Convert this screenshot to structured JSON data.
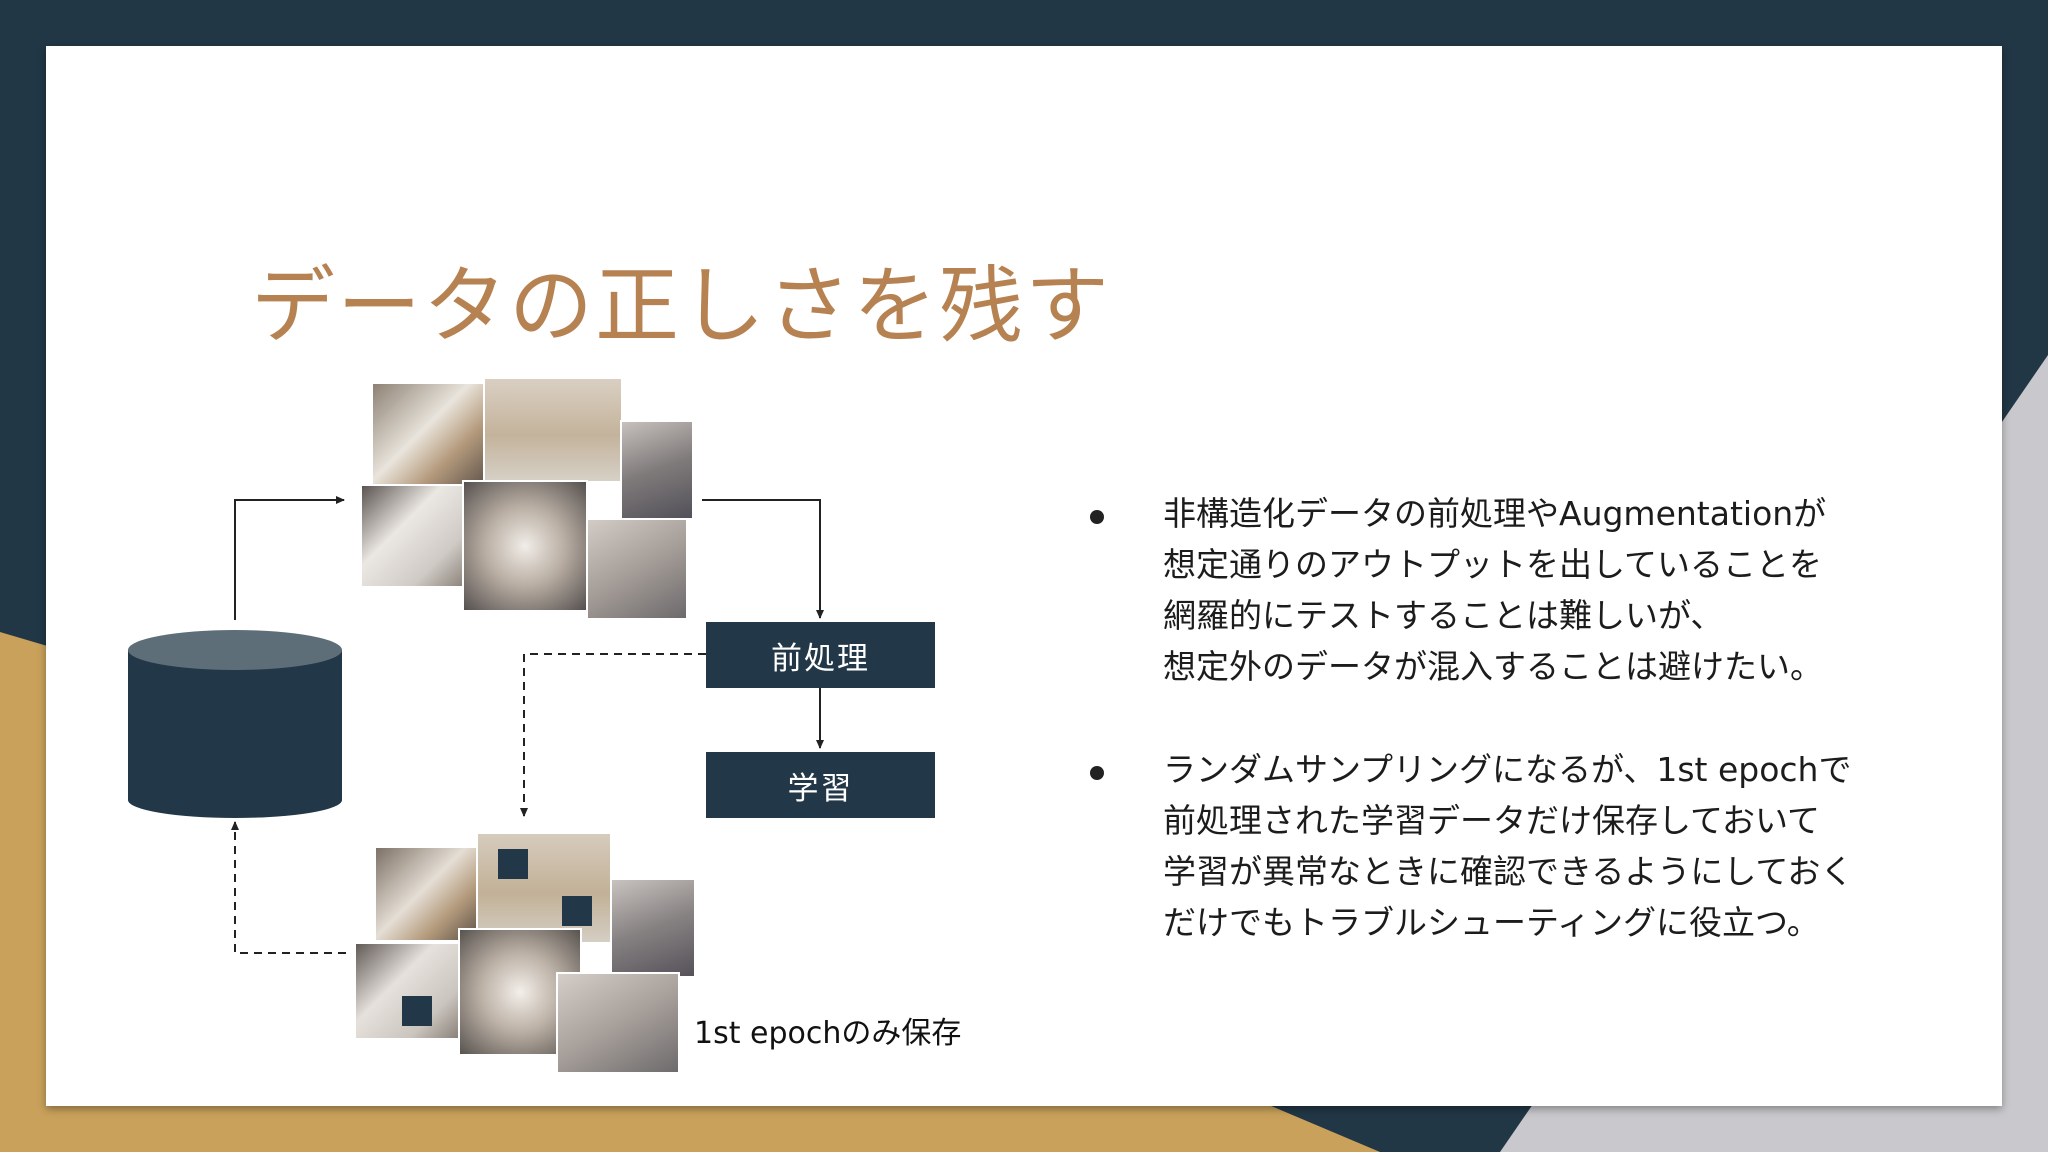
{
  "slide": {
    "title": "データの正しさを残す",
    "colors": {
      "title": "#b68252",
      "navy": "#213746",
      "gold": "#c9a15b",
      "silver": "#c9c9cd"
    }
  },
  "diagram": {
    "process_boxes": [
      "前処理",
      "学習"
    ],
    "caption": "1st epochのみ保存"
  },
  "bullets": [
    "非構造化データの前処理やAugmentationが\n想定通りのアウトプットを出していることを\n網羅的にテストすることは難しいが、\n想定外のデータが混入することは避けたい。",
    "ランダムサンプリングになるが、1st epochで\n前処理された学習データだけ保存しておいて\n学習が異常なときに確認できるようにしておく\nだけでもトラブルシューティングに役立つ。"
  ]
}
